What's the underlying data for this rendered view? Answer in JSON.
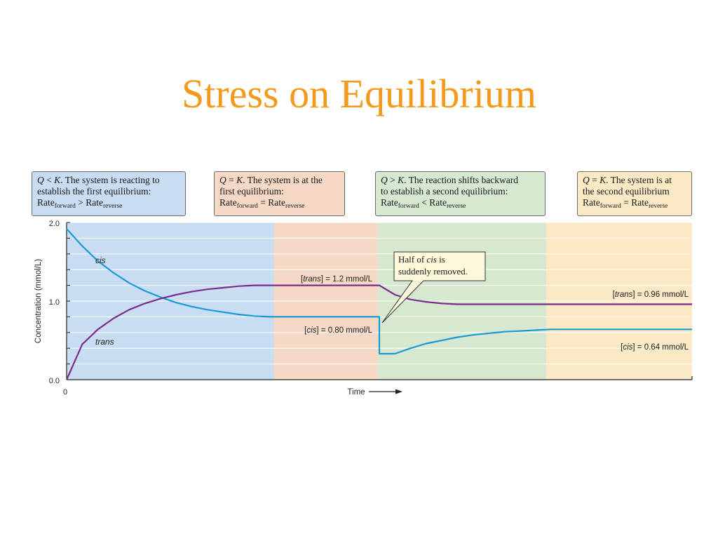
{
  "slide": {
    "title": "Stress on Equilibrium"
  },
  "boxes": [
    {
      "q": "Q",
      "op": " < ",
      "k": "K",
      "rest1": ". The system is reacting to",
      "line2": "establish the first equilibrium:",
      "rate_word": "Rate",
      "sub1": "forward",
      "sign": " > ",
      "sub2": "reverse"
    },
    {
      "q": "Q",
      "op": " = ",
      "k": "K",
      "rest1": ". The system is at the",
      "line2": "first equilibrium:",
      "rate_word": "Rate",
      "sub1": "forward",
      "sign": " = ",
      "sub2": "reverse"
    },
    {
      "q": "Q",
      "op": " > ",
      "k": "K",
      "rest1": ". The reaction shifts backward",
      "line2": "to establish a second equilibrium:",
      "rate_word": "Rate",
      "sub1": "forward",
      "sign": " < ",
      "sub2": "reverse"
    },
    {
      "q": "Q",
      "op": " = ",
      "k": "K",
      "rest1": ". The system is at",
      "line2": "the second equilibrium",
      "rate_word": "Rate",
      "sub1": "forward",
      "sign": " = ",
      "sub2": "reverse"
    }
  ],
  "chart_data": {
    "type": "line",
    "ylabel": "Concentration (mmol/L)",
    "xlabel": "Time",
    "ylim": [
      0.0,
      2.0
    ],
    "y_ticks": [
      "0.0",
      "1.0",
      "2.0"
    ],
    "x_tick": "0",
    "grid": "horizontal",
    "region_colors": [
      "#c8dcf2",
      "#f5d8c6",
      "#d6e8cf",
      "#fae9c4"
    ],
    "series": [
      {
        "name": "cis",
        "color": "#1b9ad6",
        "x": [
          0,
          0.5,
          1,
          1.5,
          2,
          2.5,
          3,
          3.5,
          4,
          4.5,
          5,
          5.5,
          6,
          6.5,
          7,
          7.5,
          8,
          8.5,
          9,
          9.5,
          10,
          10.5,
          11,
          11.5,
          12,
          12.5,
          13,
          13.5,
          14,
          14.5,
          15,
          15.5,
          16,
          16.5,
          17,
          17.5,
          18,
          18.5,
          19,
          19.5,
          20
        ],
        "y": [
          1.92,
          1.7,
          1.51,
          1.36,
          1.23,
          1.13,
          1.05,
          0.98,
          0.93,
          0.89,
          0.86,
          0.83,
          0.81,
          0.8,
          0.8,
          0.8,
          0.8,
          0.8,
          0.8,
          0.8,
          0.8,
          0.33,
          0.4,
          0.46,
          0.5,
          0.54,
          0.57,
          0.59,
          0.61,
          0.62,
          0.63,
          0.64,
          0.64,
          0.64,
          0.64,
          0.64,
          0.64,
          0.64,
          0.64,
          0.64,
          0.64
        ]
      },
      {
        "name": "trans",
        "color": "#7b2d8e",
        "x": [
          0,
          0.5,
          1,
          1.5,
          2,
          2.5,
          3,
          3.5,
          4,
          4.5,
          5,
          5.5,
          6,
          6.5,
          7,
          7.5,
          8,
          8.5,
          9,
          9.5,
          10,
          10.5,
          11,
          11.5,
          12,
          12.5,
          13,
          13.5,
          14,
          14.5,
          15,
          15.5,
          16,
          16.5,
          17,
          17.5,
          18,
          18.5,
          19,
          19.5,
          20
        ],
        "y": [
          0.0,
          0.45,
          0.64,
          0.78,
          0.89,
          0.97,
          1.03,
          1.08,
          1.12,
          1.15,
          1.17,
          1.19,
          1.2,
          1.2,
          1.2,
          1.2,
          1.2,
          1.2,
          1.2,
          1.2,
          1.2,
          1.08,
          1.02,
          0.99,
          0.97,
          0.96,
          0.96,
          0.96,
          0.96,
          0.96,
          0.96,
          0.96,
          0.96,
          0.96,
          0.96,
          0.96,
          0.96,
          0.96,
          0.96,
          0.96,
          0.96
        ]
      }
    ],
    "labels": {
      "cis_curve": "cis",
      "trans_curve": "trans",
      "trans_first_var": "trans",
      "trans_first_val": " = 1.2 mmol/L",
      "cis_first_var": "cis",
      "cis_first_val": " = 0.80 mmol/L",
      "trans_second_var": "trans",
      "trans_second_val": " = 0.96 mmol/L",
      "cis_second_var": "cis",
      "cis_second_val": " = 0.64 mmol/L"
    },
    "callout": {
      "line1_pre": "Half of ",
      "line1_em": "cis",
      "line1_post": " is",
      "line2": "suddenly removed."
    }
  }
}
